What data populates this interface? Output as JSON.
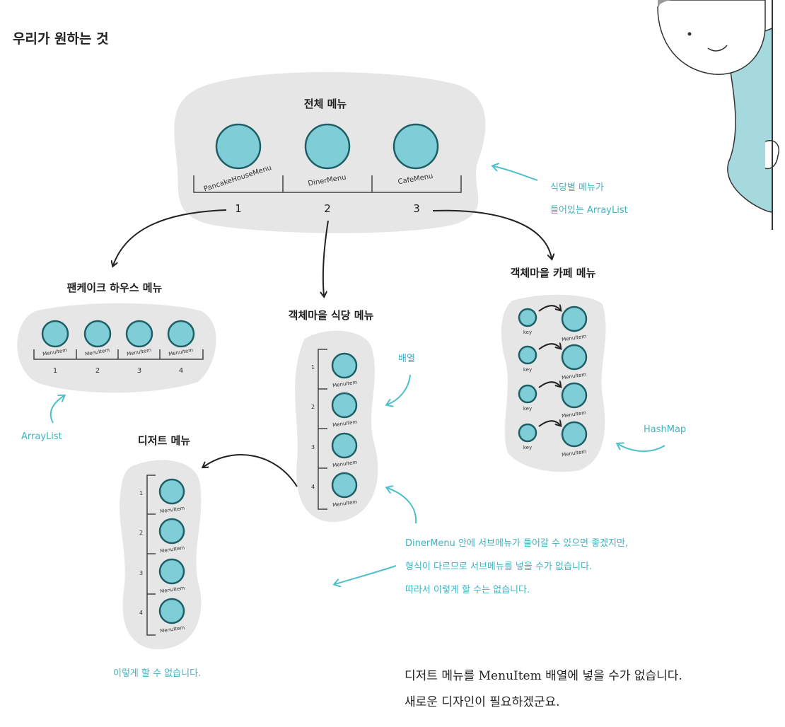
{
  "title": "우리가 원하는 것",
  "all_menu": {
    "label": "전체 메뉴",
    "items": [
      "PancakeHouseMenu",
      "DinerMenu",
      "CafeMenu"
    ],
    "indices": [
      "1",
      "2",
      "3"
    ]
  },
  "pancake": {
    "label": "팬케이크 하우스 메뉴",
    "item": "MenuItem",
    "indices": [
      "1",
      "2",
      "3",
      "4"
    ]
  },
  "diner": {
    "label": "객체마을 식당 메뉴",
    "item": "MenuItem",
    "indices": [
      "1",
      "2",
      "3",
      "4"
    ]
  },
  "cafe": {
    "label": "객체마을 카페 메뉴",
    "key": "key",
    "item": "MenuItem"
  },
  "dessert": {
    "label": "디저트 메뉴",
    "item": "MenuItem",
    "indices": [
      "1",
      "2",
      "3",
      "4"
    ]
  },
  "notes": {
    "arraylist_menus": [
      "식당별 메뉴가",
      "들어있는 ArrayList"
    ],
    "arraylist": "ArrayList",
    "array": "배열",
    "hashmap": "HashMap",
    "submenu": [
      "DinerMenu 안에 서브메뉴가 들어갈 수 있으면 좋겠지만,",
      "형식이 다르므로 서브메뉴를 넣을 수가 없습니다.",
      "따라서 이렇게 할 수는 없습니다."
    ],
    "cannot": "이렇게 할 수 없습니다."
  },
  "bottom": {
    "line1": "디저트 메뉴를 MenuItem 배열에 넣을 수가 없습니다.",
    "line2": "새로운 디자인이 필요하겠군요."
  },
  "colors": {
    "accent": "#3fb3c1",
    "circle_fill": "#7fcdd6",
    "circle_stroke": "#1e5f66",
    "bubble": "#e6e6e6"
  }
}
